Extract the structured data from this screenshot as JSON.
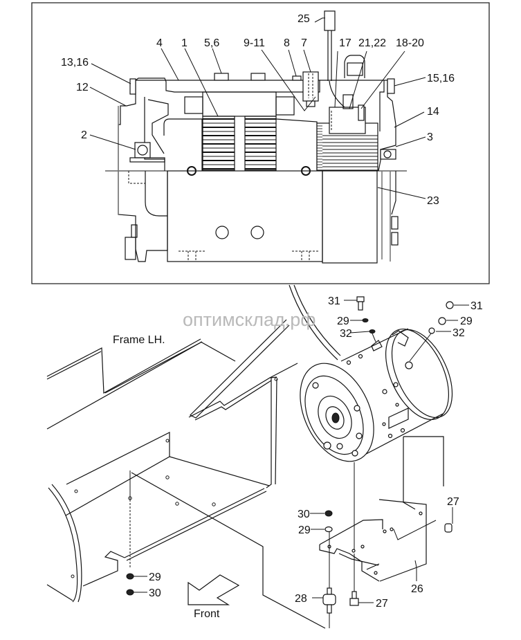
{
  "watermark": "оптимсклад.рф",
  "upper_view": {
    "callouts": {
      "c25": "25",
      "c4": "4",
      "c1": "1",
      "c5_6": "5,6",
      "c9_11": "9-11",
      "c8": "8",
      "c7": "7",
      "c17": "17",
      "c21_22": "21,22",
      "c18_20": "18-20",
      "c13_16": "13,16",
      "c12": "12",
      "c15_16": "15,16",
      "c14": "14",
      "c2": "2",
      "c3": "3",
      "c23": "23"
    }
  },
  "lower_view": {
    "frame_label": "Frame LH.",
    "front_label": "Front",
    "callouts": {
      "c31_left": "31",
      "c29_left": "29",
      "c32_left": "32",
      "c31_right": "31",
      "c29_right": "29",
      "c32_right": "32",
      "c27_top": "27",
      "c30_mid": "30",
      "c29_mid": "29",
      "c26": "26",
      "c28": "28",
      "c27_bottom": "27",
      "c29_bottom": "29",
      "c30_bottom": "30"
    }
  }
}
